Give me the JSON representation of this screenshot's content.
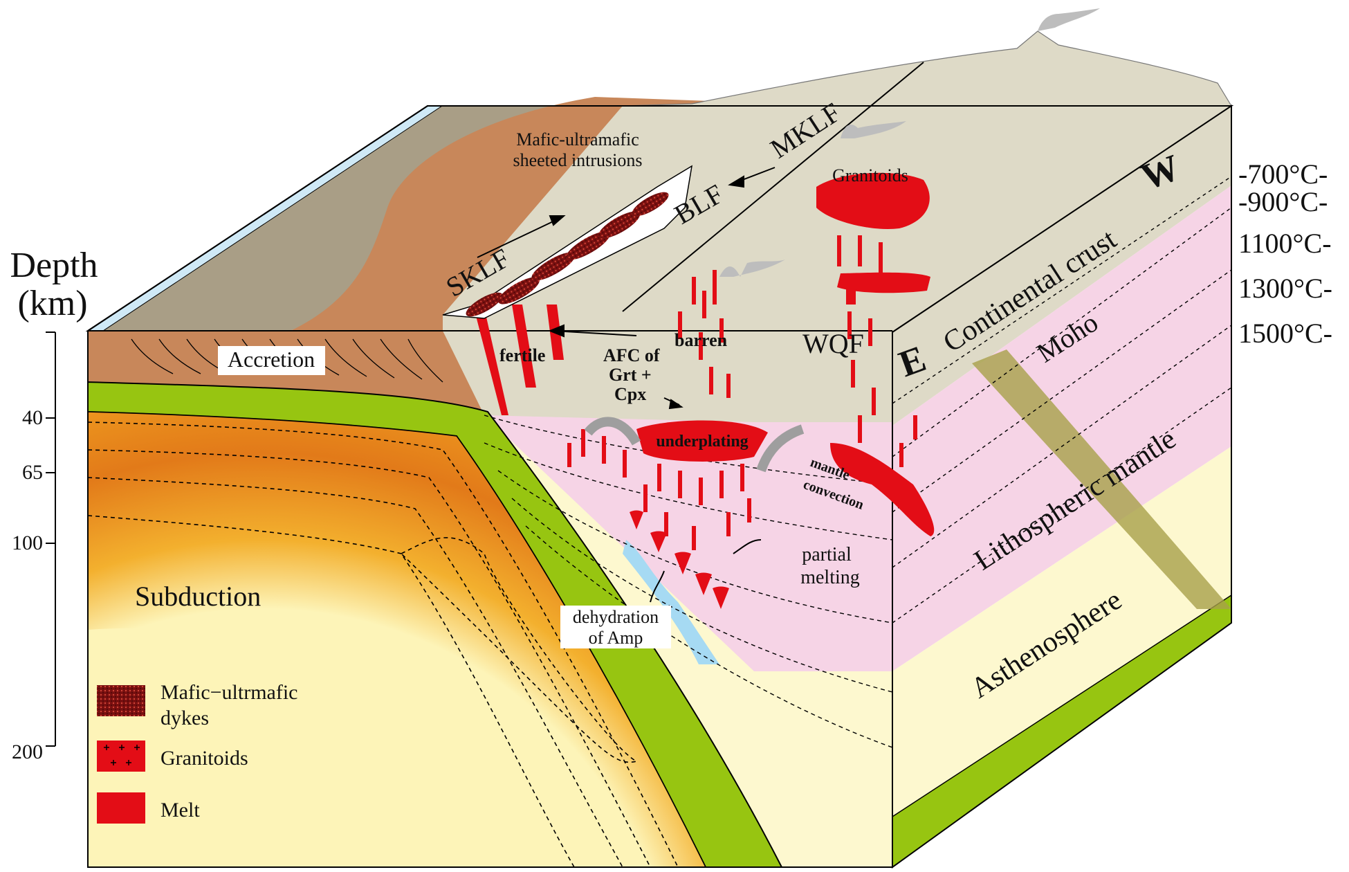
{
  "depth_axis": {
    "title_line1": "Depth",
    "title_line2": "(km)",
    "ticks": [
      "40",
      "65",
      "100",
      "200"
    ]
  },
  "isotherms": [
    "-700°C-",
    "-900°C-",
    "1100°C-",
    "1300°C-",
    "1500°C-"
  ],
  "labels": {
    "accretion": "Accretion",
    "subduction": "Subduction",
    "mafic_intrusions_line1": "Mafic-ultramafic",
    "mafic_intrusions_line2": "sheeted intrusions",
    "sklf": "SKLF",
    "blf": "BLF",
    "mklf": "MKLF",
    "wqf": "WQF",
    "granitoids": "Granitoids",
    "fertile": "fertile",
    "barren": "barren",
    "afc_line1": "AFC of",
    "afc_line2": "Grt +",
    "afc_line3": "Cpx",
    "underplating": "underplating",
    "mantle_convection_line1": "mantle",
    "mantle_convection_line2": "convection",
    "partial_melting_line1": "partial",
    "partial_melting_line2": "melting",
    "dehydration_line1": "dehydration",
    "dehydration_line2": "of Amp",
    "continental_crust": "Continental crust",
    "moho": "Moho",
    "lithospheric_mantle": "Lithospheric mantle",
    "asthenosphere": "Asthenosphere",
    "compass_w": "W",
    "compass_e": "E"
  },
  "legend": [
    {
      "label_line1": "Mafic−ultrmafic",
      "label_line2": "dykes",
      "symbol": "mafic-dyke-pattern"
    },
    {
      "label_line1": "Granitoids",
      "label_line2": "",
      "symbol": "granitoid-pattern"
    },
    {
      "label_line1": "Melt",
      "label_line2": "",
      "symbol": "melt-fill"
    }
  ],
  "colors": {
    "melt": "#e30d16",
    "crust": "#dedac7",
    "lithospheric_mantle": "#f6d4e6",
    "asthenosphere": "#fdf8cf",
    "slab_green": "#97c511",
    "accretion": "#c8875a",
    "ocean_blue": "#cfe9f6",
    "subduction_orange": "#e68a1b"
  }
}
